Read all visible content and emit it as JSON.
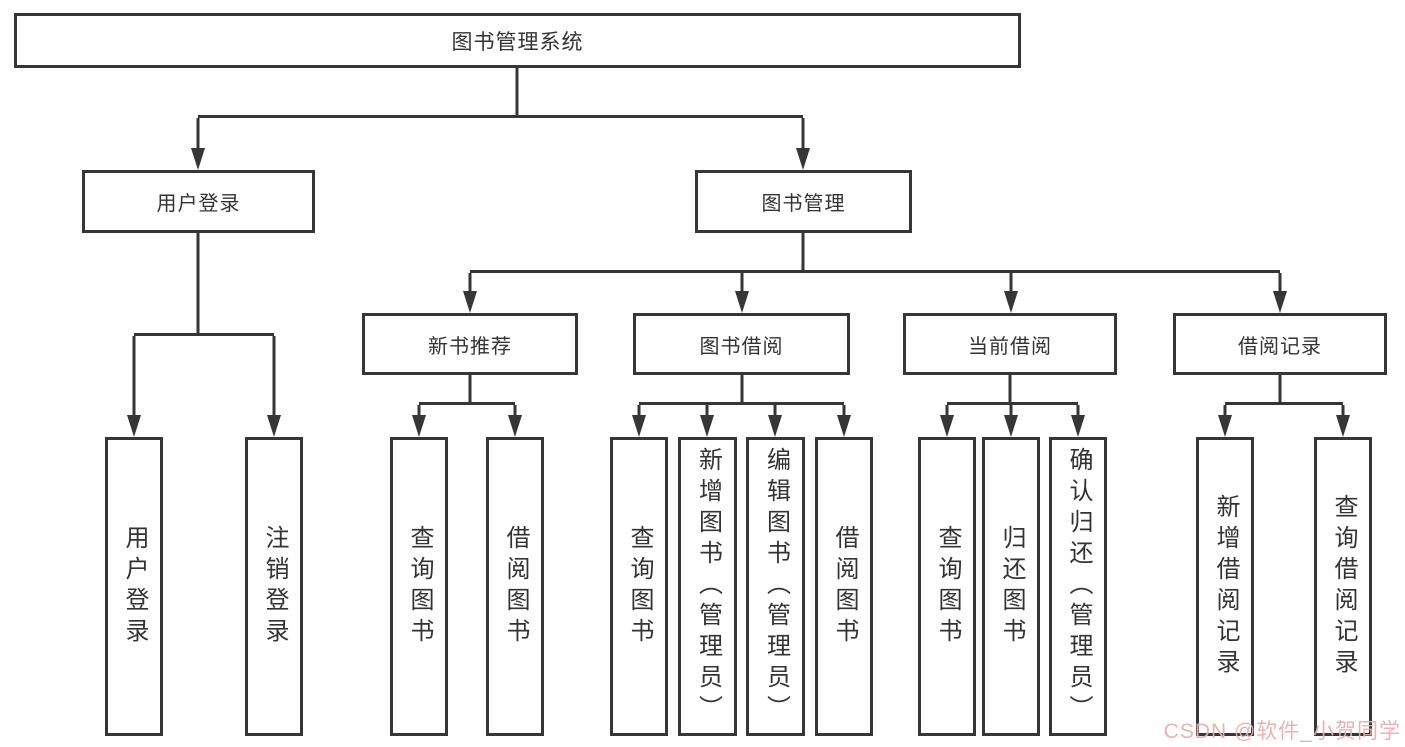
{
  "diagram": {
    "type": "hierarchy-tree",
    "colors": {
      "line": "#363636",
      "text": "#333333",
      "background": "#ffffff",
      "watermark": "#e9aeae"
    },
    "tree": {
      "root": {
        "label": "图书管理系统"
      },
      "level2": [
        {
          "label": "用户登录"
        },
        {
          "label": "图书管理"
        }
      ],
      "level3": [
        {
          "label": "新书推荐"
        },
        {
          "label": "图书借阅"
        },
        {
          "label": "当前借阅"
        },
        {
          "label": "借阅记录"
        }
      ],
      "leaves": {
        "user_login": [
          "用户登录",
          "注销登录"
        ],
        "new_book": [
          "查询图书",
          "借阅图书"
        ],
        "borrow": [
          "查询图书",
          "新增图书（管理员）",
          "编辑图书（管理员）",
          "借阅图书"
        ],
        "current": [
          "查询图书",
          "归还图书",
          "确认归还（管理员）"
        ],
        "records": [
          "新增借阅记录",
          "查询借阅记录"
        ]
      }
    }
  },
  "watermark": {
    "text": "CSDN @软件_小贺同学"
  }
}
